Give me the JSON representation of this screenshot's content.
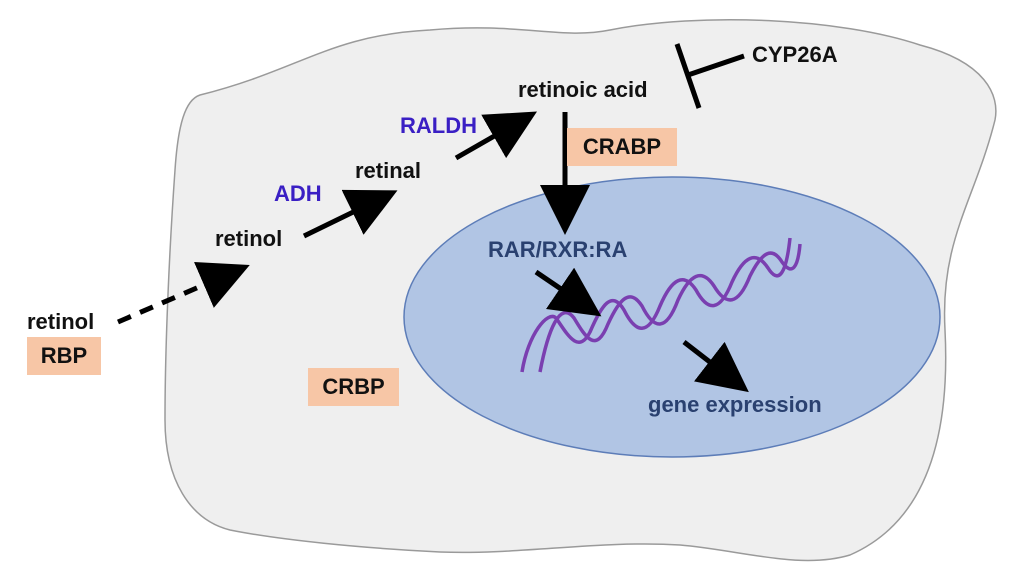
{
  "labels": {
    "retinol_outside": "retinol",
    "rbp": "RBP",
    "retinol_inside": "retinol",
    "adh": "ADH",
    "retinal": "retinal",
    "raldh": "RALDH",
    "retinoic_acid": "retinoic acid",
    "cyp26a": "CYP26A",
    "crabp": "CRABP",
    "rar_rxr_ra": "RAR/RXR:RA",
    "gene_expression": "gene expression",
    "crbp": "CRBP"
  },
  "colors": {
    "cell_fill": "#efefef",
    "cell_stroke": "#9a9a9a",
    "nucleus_fill": "#b1c5e4",
    "nucleus_stroke": "#5d7db8",
    "dna": "#7a3fb0",
    "enzyme_text": "#3a1fc4",
    "nuclear_text": "#2a4170",
    "protein_box": "#f7c6a6",
    "arrow": "#000000"
  }
}
